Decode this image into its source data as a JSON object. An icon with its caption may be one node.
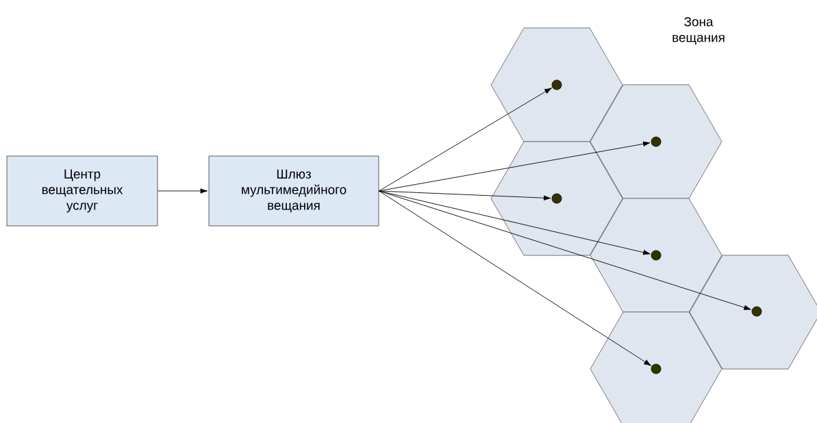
{
  "diagram": {
    "nodes": [
      {
        "text": [
          "Центр вещательных услуг"
        ]
      },
      {
        "text": [
          "Шлюз мультимедийного вещания"
        ]
      },
      {
        "text": [],
        "shape": "hexagon"
      },
      {
        "text": [],
        "shape": "circle",
        "in": 2
      },
      {
        "text": [],
        "shape": "hexagon"
      },
      {
        "text": [],
        "shape": "circle",
        "in": 4
      },
      {
        "text": [],
        "shape": "hexagon"
      },
      {
        "text": [],
        "shape": "circle",
        "in": 6
      },
      {
        "text": [],
        "shape": "hexagon"
      },
      {
        "text": [],
        "shape": "circle",
        "in": 8
      },
      {
        "text": [],
        "shape": "hexagon"
      },
      {
        "text": [],
        "shape": "circle",
        "in": 10
      },
      {
        "text": [],
        "shape": "hexagon"
      },
      {
        "text": [],
        "shape": "circle",
        "in": 12
      }
    ],
    "edges": [
      {
        "from": 0,
        "to": 1,
        "arrow": "to"
      },
      {
        "from": 1,
        "to": 3,
        "arrow": "to"
      },
      {
        "from": 1,
        "to": 5,
        "arrow": "to"
      },
      {
        "from": 1,
        "to": 7,
        "arrow": "to"
      },
      {
        "from": 1,
        "to": 9,
        "arrow": "to"
      },
      {
        "from": 1,
        "to": 11,
        "arrow": "to"
      },
      {
        "from": 1,
        "to": 13,
        "arrow": "to"
      }
    ],
    "labels": [
      "Зона вещания"
    ]
  }
}
